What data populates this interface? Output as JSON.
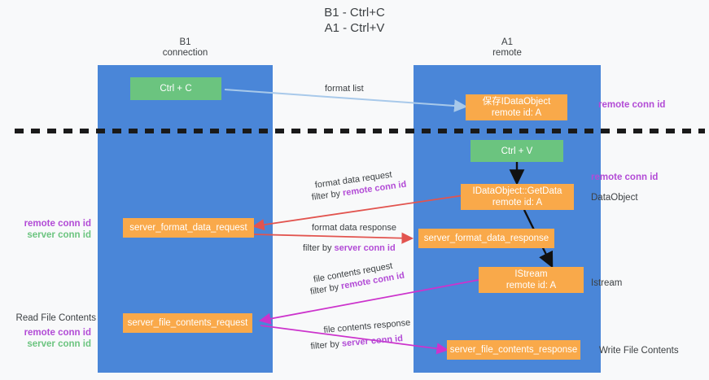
{
  "title": {
    "line1": "B1 - Ctrl+C",
    "line2": "A1 - Ctrl+V"
  },
  "lanes": [
    {
      "id": "b1",
      "name": "B1",
      "subtitle": "connection",
      "color": "#4a86d8"
    },
    {
      "id": "a1",
      "name": "A1",
      "subtitle": "remote",
      "color": "#4a86d8"
    }
  ],
  "nodes": {
    "ctrl_c": {
      "label": "Ctrl + C",
      "color": "#6bc47f"
    },
    "save_dataobject": {
      "line1": "保存IDataObject",
      "line2": "remote id: A",
      "color": "#f9a94a"
    },
    "ctrl_v": {
      "label": "Ctrl + V",
      "color": "#6bc47f"
    },
    "getdata": {
      "line1": "IDataObject::GetData",
      "line2": "remote id: A",
      "color": "#f9a94a"
    },
    "server_format_data_request": {
      "label": "server_format_data_request",
      "color": "#f9a94a"
    },
    "server_format_data_response": {
      "label": "server_format_data_response",
      "color": "#f9a94a"
    },
    "istream": {
      "line1": "IStream",
      "line2": "remote id: A",
      "color": "#f9a94a"
    },
    "server_file_contents_request": {
      "label": "server_file_contents_request",
      "color": "#f9a94a"
    },
    "server_file_contents_response": {
      "label": "server_file_contents_response",
      "color": "#f9a94a"
    }
  },
  "right_labels": {
    "remote_conn_id_top": "remote conn id",
    "remote_conn_id_mid": "remote conn id",
    "dataobject": "DataObject",
    "istream": "Istream",
    "write_file_contents": "Write File Contents"
  },
  "left_labels": {
    "remote_conn_id": "remote conn id",
    "server_conn_id": "server conn id",
    "read_file_contents": "Read File Contents",
    "read_remote_conn_id": "remote conn id",
    "read_server_conn_id": "server conn id"
  },
  "edges": {
    "format_list": "format list",
    "format_data_request": "format data request",
    "filter_by_remote_1_prefix": "filter by ",
    "filter_by_remote_1_key": "remote conn id",
    "format_data_response": "format data response",
    "filter_by_server_1_prefix": "filter by ",
    "filter_by_server_1_key": "server conn id",
    "file_contents_request": "file contents request",
    "filter_by_remote_2_prefix": "filter by ",
    "filter_by_remote_2_key": "remote conn id",
    "file_contents_response": "file contents response",
    "filter_by_server_2_prefix": "filter by ",
    "filter_by_server_2_key": "server conn id"
  },
  "colors": {
    "lane": "#4a86d8",
    "green_node": "#6bc47f",
    "orange_node": "#f9a94a",
    "purple": "#b24bd6",
    "green_text": "#6bc47f",
    "arrow_blue": "#a8c9ea",
    "arrow_red": "#e2544f",
    "arrow_black": "#000000",
    "arrow_magenta": "#cc33cc",
    "divider": "#1a1a1a",
    "background": "#f8f9fa"
  }
}
